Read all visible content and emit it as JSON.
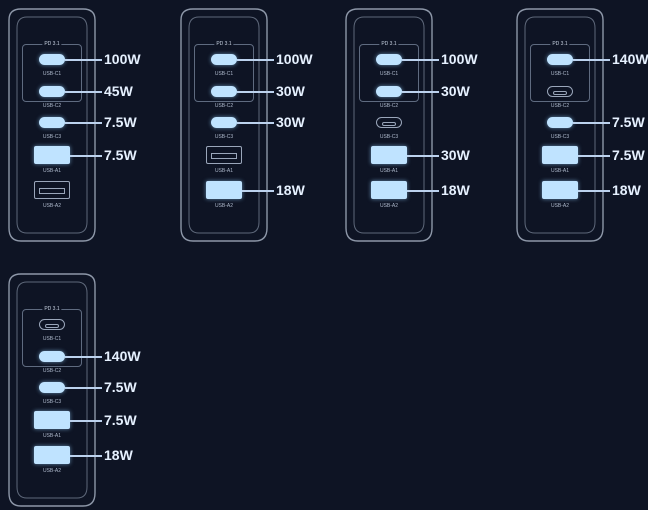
{
  "chargers": [
    {
      "pd_label": "PD 3.1",
      "ports": [
        {
          "name": "USB-C1",
          "type": "c",
          "active": true,
          "watt": "100W"
        },
        {
          "name": "USB-C2",
          "type": "c",
          "active": true,
          "watt": "45W"
        },
        {
          "name": "USB-C3",
          "type": "c",
          "active": true,
          "watt": "7.5W"
        },
        {
          "name": "USB-A1",
          "type": "a",
          "active": true,
          "watt": "7.5W"
        },
        {
          "name": "USB-A2",
          "type": "a",
          "active": false,
          "watt": ""
        }
      ]
    },
    {
      "pd_label": "PD 3.1",
      "ports": [
        {
          "name": "USB-C1",
          "type": "c",
          "active": true,
          "watt": "100W"
        },
        {
          "name": "USB-C2",
          "type": "c",
          "active": true,
          "watt": "30W"
        },
        {
          "name": "USB-C3",
          "type": "c",
          "active": true,
          "watt": "30W"
        },
        {
          "name": "USB-A1",
          "type": "a",
          "active": false,
          "watt": ""
        },
        {
          "name": "USB-A2",
          "type": "a",
          "active": true,
          "watt": "18W"
        }
      ]
    },
    {
      "pd_label": "PD 3.1",
      "ports": [
        {
          "name": "USB-C1",
          "type": "c",
          "active": true,
          "watt": "100W"
        },
        {
          "name": "USB-C2",
          "type": "c",
          "active": true,
          "watt": "30W"
        },
        {
          "name": "USB-C3",
          "type": "c",
          "active": false,
          "watt": ""
        },
        {
          "name": "USB-A1",
          "type": "a",
          "active": true,
          "watt": "30W"
        },
        {
          "name": "USB-A2",
          "type": "a",
          "active": true,
          "watt": "18W"
        }
      ]
    },
    {
      "pd_label": "PD 3.1",
      "ports": [
        {
          "name": "USB-C1",
          "type": "c",
          "active": true,
          "watt": "140W"
        },
        {
          "name": "USB-C2",
          "type": "c",
          "active": false,
          "watt": ""
        },
        {
          "name": "USB-C3",
          "type": "c",
          "active": true,
          "watt": "7.5W"
        },
        {
          "name": "USB-A1",
          "type": "a",
          "active": true,
          "watt": "7.5W"
        },
        {
          "name": "USB-A2",
          "type": "a",
          "active": true,
          "watt": "18W"
        }
      ]
    },
    {
      "pd_label": "PD 3.1",
      "ports": [
        {
          "name": "USB-C1",
          "type": "c",
          "active": false,
          "watt": ""
        },
        {
          "name": "USB-C2",
          "type": "c",
          "active": true,
          "watt": "140W"
        },
        {
          "name": "USB-C3",
          "type": "c",
          "active": true,
          "watt": "7.5W"
        },
        {
          "name": "USB-A1",
          "type": "a",
          "active": true,
          "watt": "7.5W"
        },
        {
          "name": "USB-A2",
          "type": "a",
          "active": true,
          "watt": "18W"
        }
      ]
    }
  ]
}
